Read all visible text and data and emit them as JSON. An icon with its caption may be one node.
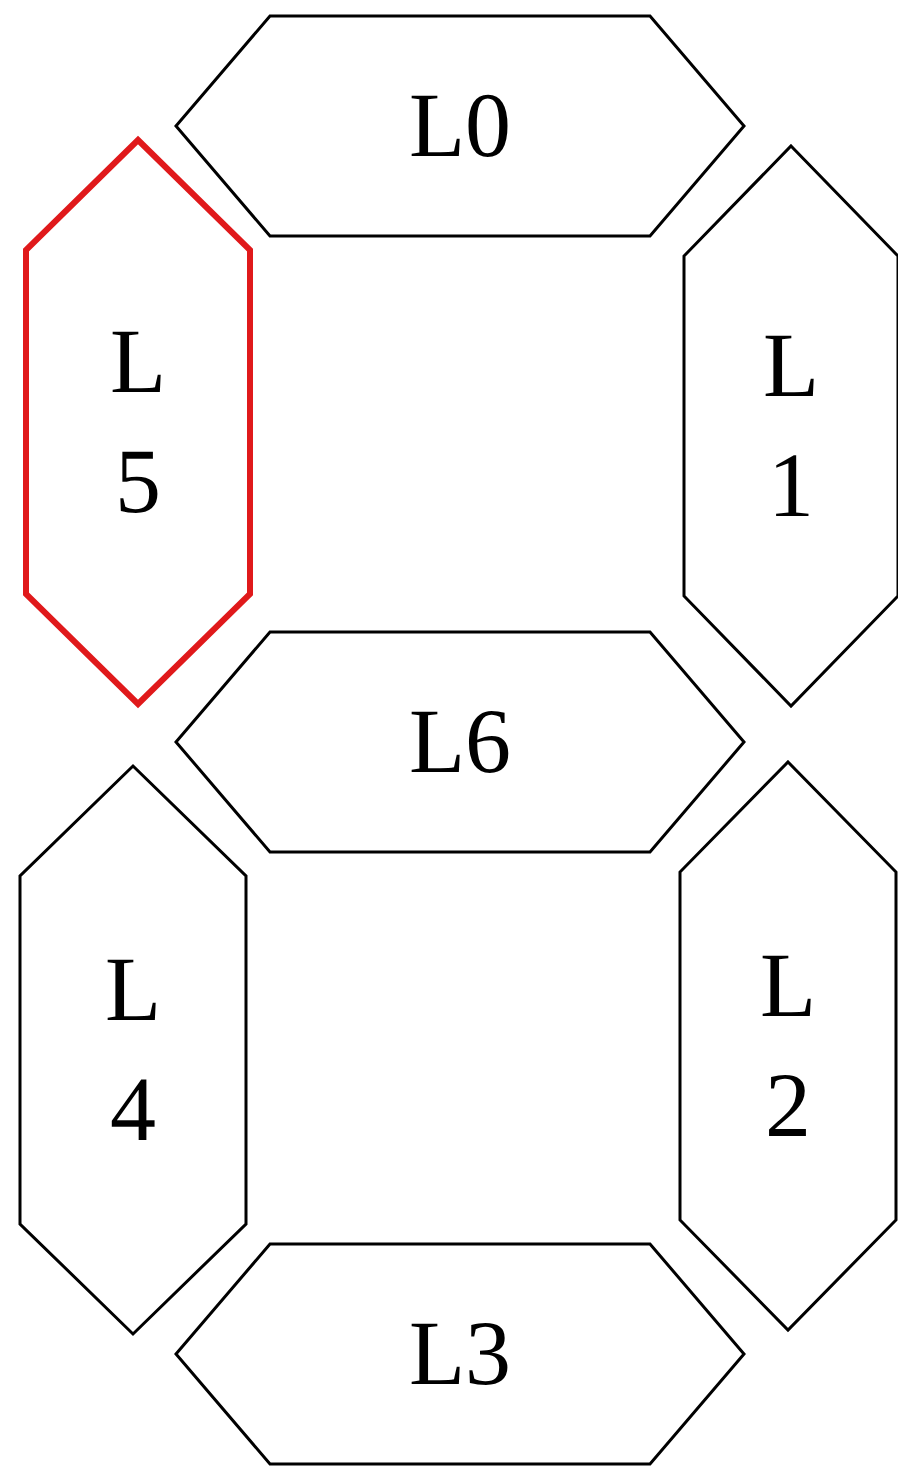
{
  "diagram": {
    "nodes": [
      {
        "text": [
          "L0"
        ]
      },
      {
        "text": [
          "L 5"
        ]
      },
      {
        "text": [
          "L 1"
        ]
      },
      {
        "text": [
          "L6"
        ]
      },
      {
        "text": [
          "L 4"
        ]
      },
      {
        "text": [
          "L 2"
        ]
      },
      {
        "text": [
          "L3"
        ]
      }
    ]
  }
}
